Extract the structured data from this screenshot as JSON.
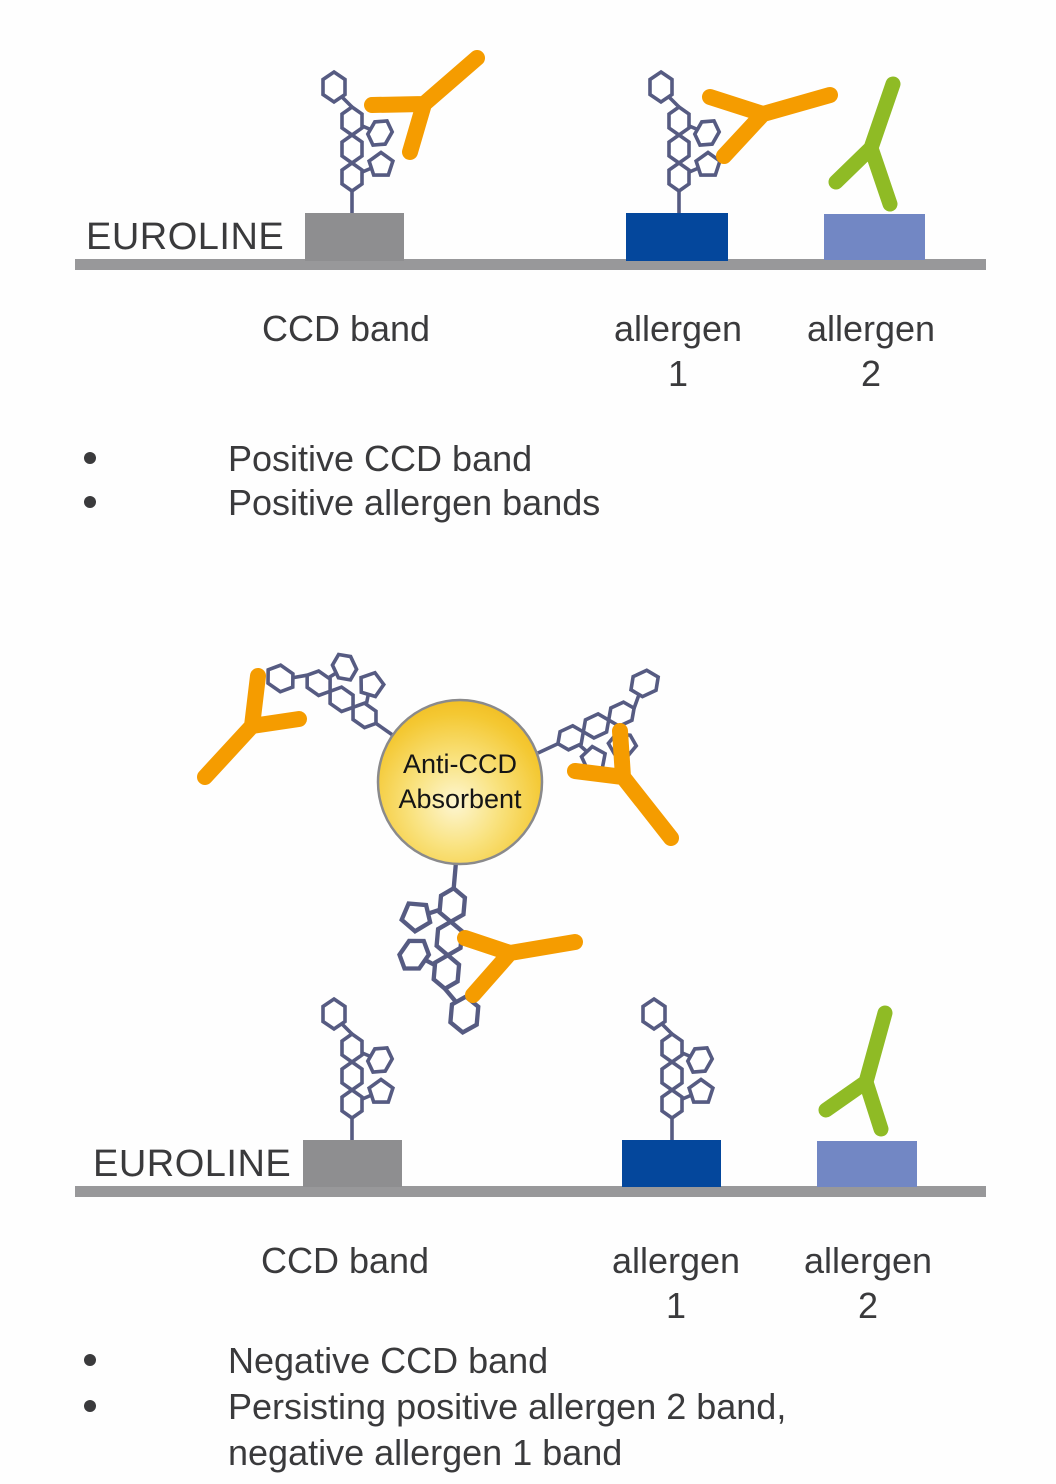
{
  "colors": {
    "orange_antibody": "#F59C00",
    "green_antibody": "#8FBB25",
    "gray_band": "#8E8E90",
    "dark_blue_band": "#04479C",
    "light_blue_band": "#7287C4",
    "strip_line": "#98989A",
    "glycan_outline": "#565B82",
    "absorbent_gold_edge": "#EEB011",
    "text": "#3A3A3C"
  },
  "top_panel": {
    "strip_label": "EUROLINE",
    "ccd_label": "CCD band",
    "allergen1_label": "allergen",
    "allergen1_number": "1",
    "allergen2_label": "allergen",
    "allergen2_number": "2",
    "bullets": [
      "Positive CCD band",
      "Positive allergen bands"
    ]
  },
  "absorbent": {
    "label_line1": "Anti-CCD",
    "label_line2": "Absorbent"
  },
  "bottom_panel": {
    "strip_label": "EUROLINE",
    "ccd_label": "CCD band",
    "allergen1_label": "allergen",
    "allergen1_number": "1",
    "allergen2_label": "allergen",
    "allergen2_number": "2",
    "bullets": [
      "Negative CCD band",
      "Persisting positive allergen 2 band,",
      "negative allergen 1 band"
    ]
  }
}
